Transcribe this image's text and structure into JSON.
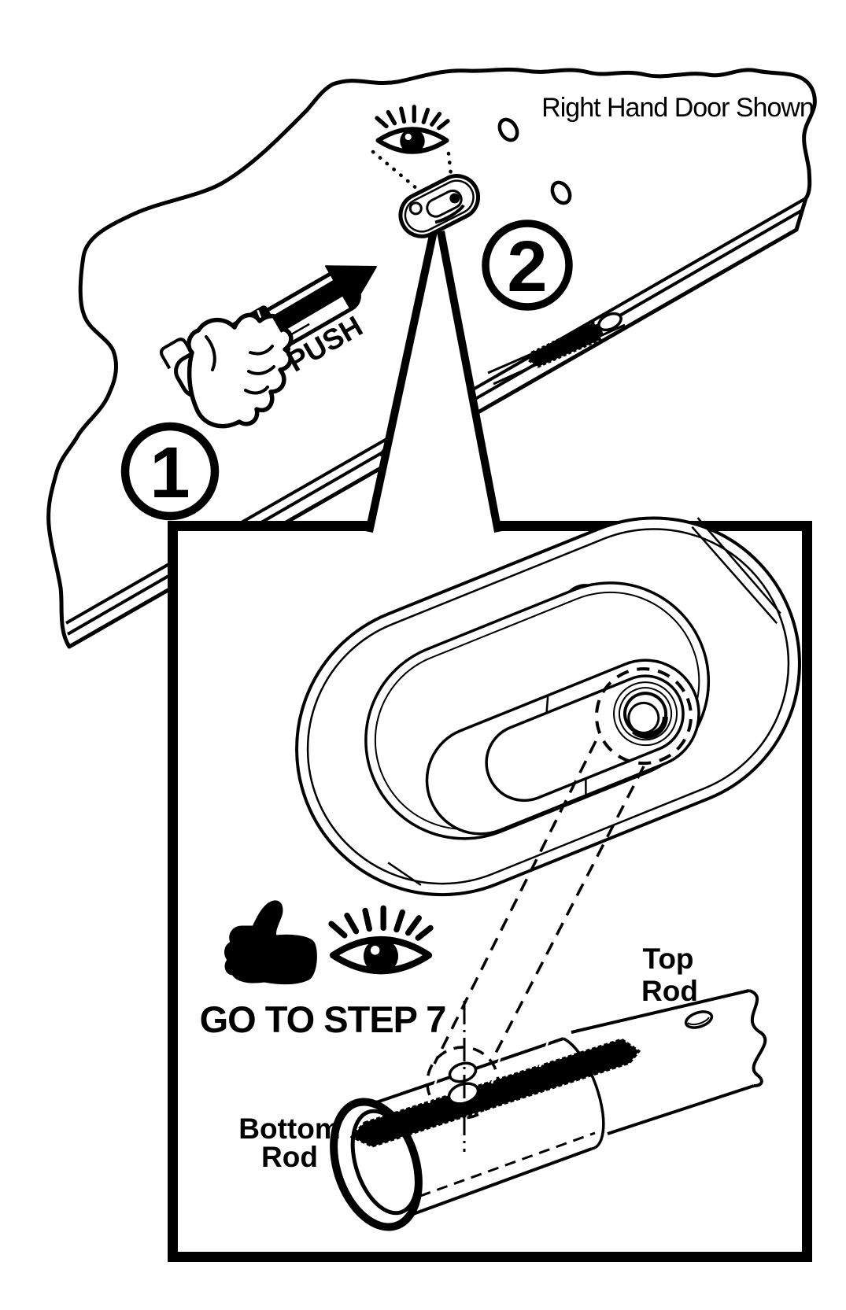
{
  "figure": {
    "type": "instruction-diagram",
    "title": {
      "door_view_label": "Right Hand Door Shown"
    },
    "steps": {
      "step1_number": "1",
      "step2_number": "2",
      "push_label": "PUSH",
      "goto_step_label": "GO TO STEP 7"
    },
    "labels": {
      "top_rod_line1": "Top",
      "top_rod_line2": "Rod",
      "bottom_rod_line1": "Bottom",
      "bottom_rod_line2": "Rod"
    },
    "icons": {
      "look_here": "eye-icon",
      "confirm": "thumbs-up-icon",
      "direction": "push-arrow-icon",
      "step_badges": [
        "step-1-badge",
        "step-2-badge"
      ]
    },
    "colors": {
      "ink": "#000000",
      "paper": "#ffffff"
    }
  }
}
